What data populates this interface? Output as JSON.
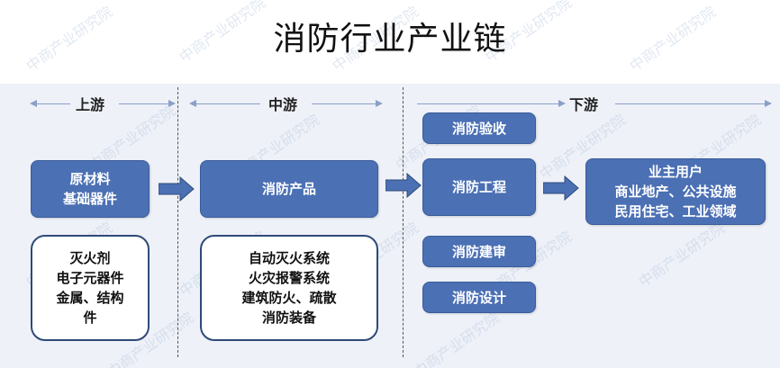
{
  "title": "消防行业产业链",
  "watermark": "中商产业研究院",
  "stages": {
    "upstream": "上游",
    "midstream": "中游",
    "downstream": "下游"
  },
  "upstream": {
    "main_lines": [
      "原材料",
      "基础器件"
    ],
    "detail_lines": [
      "灭火剂",
      "电子元器件",
      "金属、结构",
      "件"
    ]
  },
  "midstream": {
    "main": "消防产品",
    "detail_lines": [
      "自动灭火系统",
      "火灾报警系统",
      "建筑防火、疏散",
      "消防装备"
    ]
  },
  "downstream": {
    "services": [
      "消防验收",
      "消防工程",
      "消防建审",
      "消防设计"
    ],
    "users_lines": [
      "业主用户",
      "商业地产、公共设施",
      "民用住宅、工业领域"
    ]
  },
  "colors": {
    "box_fill": "#4b70b4",
    "box_border_dark": "#2e4a78",
    "band_bg": "#eef1f8"
  }
}
